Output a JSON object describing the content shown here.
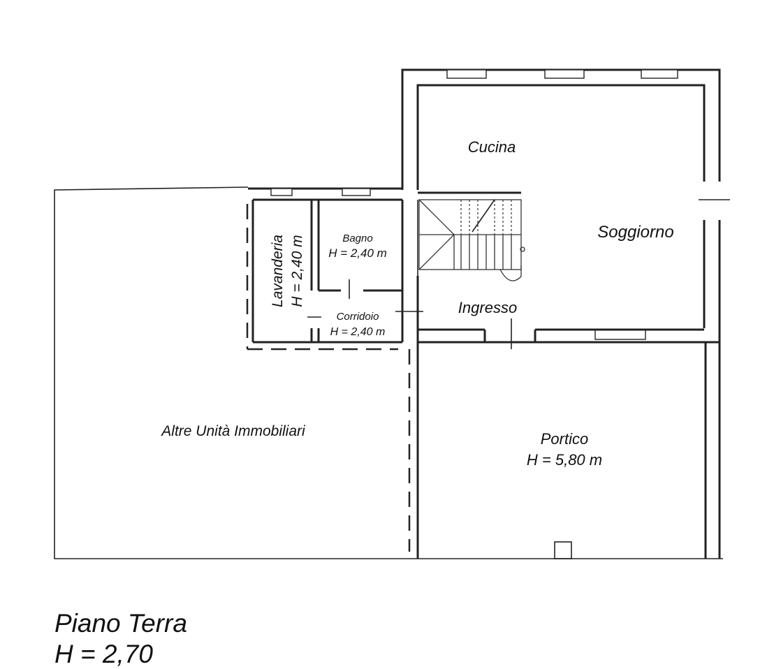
{
  "plan": {
    "title": "Piano Terra",
    "subtitle": "H = 2,70",
    "rooms": {
      "cucina": {
        "name": "Cucina"
      },
      "soggiorno": {
        "name": "Soggiorno"
      },
      "bagno": {
        "name": "Bagno",
        "height": "H = 2,40 m"
      },
      "lavanderia": {
        "name": "Lavanderia",
        "height": "H = 2,40 m"
      },
      "corridoio": {
        "name": "Corridoio",
        "height": "H = 2,40 m"
      },
      "ingresso": {
        "name": "Ingresso"
      },
      "portico": {
        "name": "Portico",
        "height": "H = 5,80 m"
      },
      "altre_unita": {
        "name": "Altre Unità Immobiliari"
      }
    }
  }
}
